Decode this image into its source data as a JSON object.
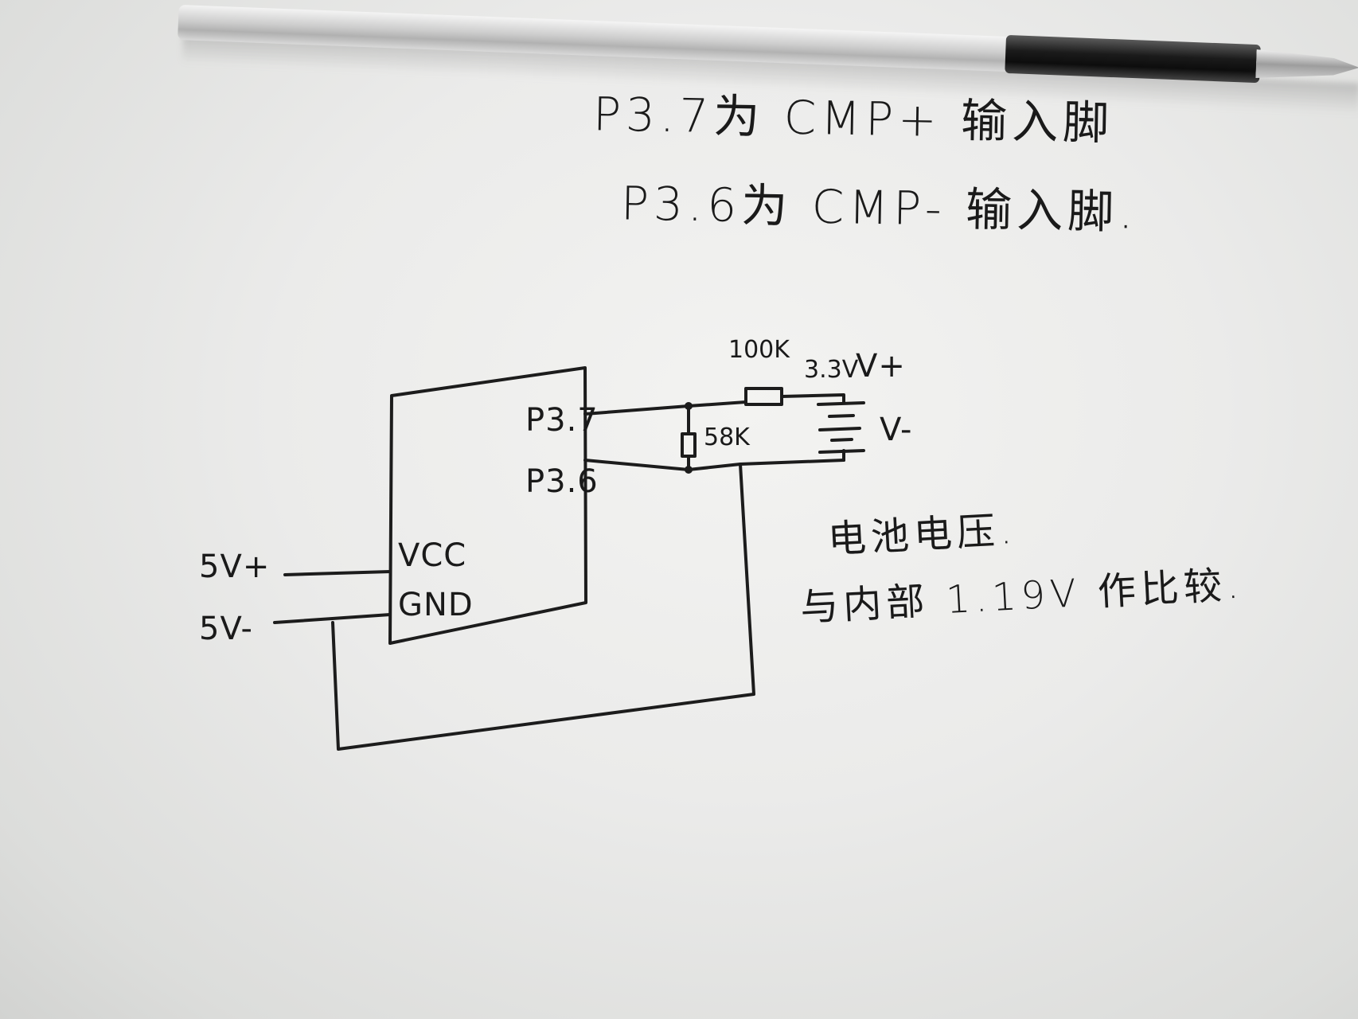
{
  "notes": {
    "line1": "P3.7为 CMP+ 输入脚",
    "line2": "P3.6为 CMP- 输入脚."
  },
  "mcu": {
    "pin_p37": "P3.7",
    "pin_p36": "P3.6",
    "pin_vcc": "VCC",
    "pin_gnd": "GND"
  },
  "supply": {
    "positive": "5V+",
    "negative": "5V-"
  },
  "divider": {
    "r_top": "100K",
    "r_bottom": "58K"
  },
  "battery": {
    "voltage": "3.3V",
    "plus": "V+",
    "minus": "V-"
  },
  "comment": {
    "line1": "电池电压.",
    "line2": "与内部 1.19V 作比较."
  }
}
